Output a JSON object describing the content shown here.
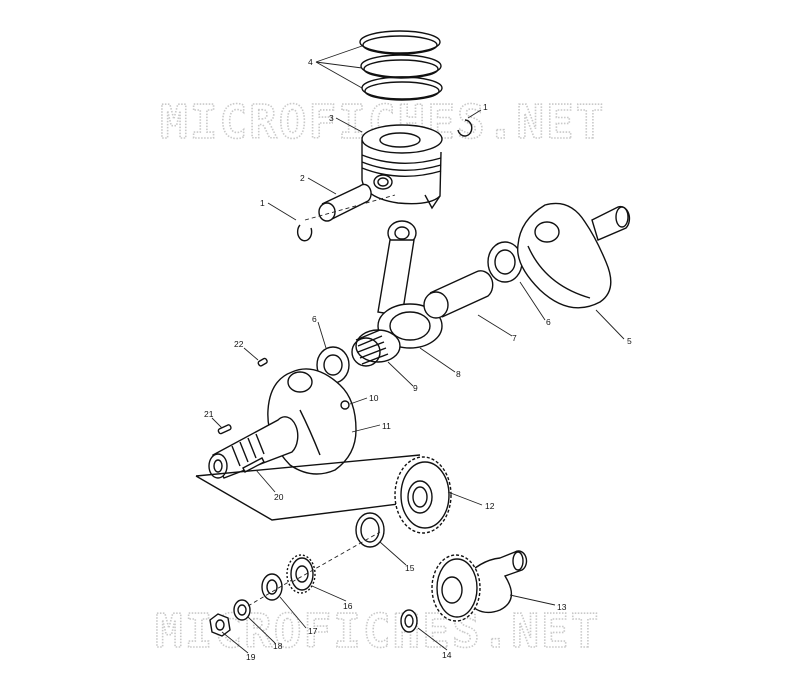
{
  "watermark": {
    "text": "MICROFICHES.NET"
  },
  "parts": [
    {
      "id": "1a",
      "label": "1",
      "name": "circlip"
    },
    {
      "id": "1b",
      "label": "1",
      "name": "circlip"
    },
    {
      "id": "2",
      "label": "2",
      "name": "piston-pin"
    },
    {
      "id": "3",
      "label": "3",
      "name": "piston"
    },
    {
      "id": "4",
      "label": "4",
      "name": "piston-rings"
    },
    {
      "id": "5",
      "label": "5",
      "name": "crank-half-right"
    },
    {
      "id": "6a",
      "label": "6",
      "name": "thrust-washer"
    },
    {
      "id": "6b",
      "label": "6",
      "name": "thrust-washer"
    },
    {
      "id": "7",
      "label": "7",
      "name": "crank-pin"
    },
    {
      "id": "8",
      "label": "8",
      "name": "connecting-rod"
    },
    {
      "id": "9",
      "label": "9",
      "name": "needle-bearing"
    },
    {
      "id": "10",
      "label": "10",
      "name": "plug"
    },
    {
      "id": "11",
      "label": "11",
      "name": "crank-half-left"
    },
    {
      "id": "12",
      "label": "12",
      "name": "drive-gear"
    },
    {
      "id": "13",
      "label": "13",
      "name": "balancer-shaft"
    },
    {
      "id": "14",
      "label": "14",
      "name": "washer"
    },
    {
      "id": "15",
      "label": "15",
      "name": "washer"
    },
    {
      "id": "16",
      "label": "16",
      "name": "gear"
    },
    {
      "id": "17",
      "label": "17",
      "name": "lock-washer"
    },
    {
      "id": "18",
      "label": "18",
      "name": "washer"
    },
    {
      "id": "19",
      "label": "19",
      "name": "nut"
    },
    {
      "id": "20",
      "label": "20",
      "name": "pin"
    },
    {
      "id": "21",
      "label": "21",
      "name": "key"
    },
    {
      "id": "22",
      "label": "22",
      "name": "key"
    }
  ]
}
